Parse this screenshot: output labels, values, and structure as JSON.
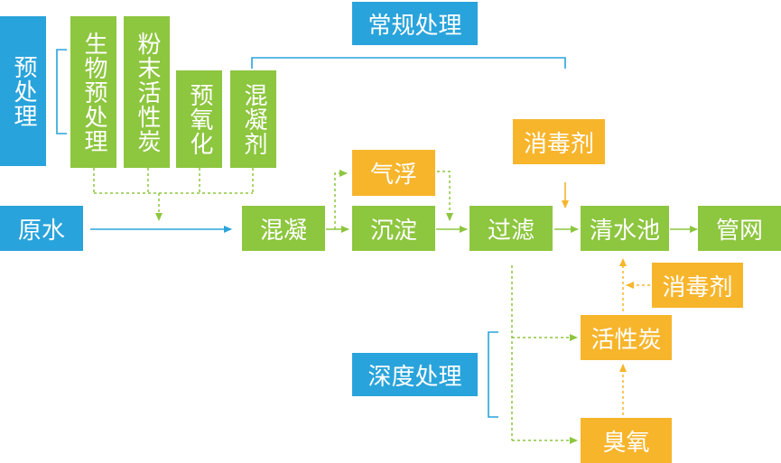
{
  "nodes": {
    "pretreatment": "预处理",
    "bio_pretreatment": "生物预处理",
    "pac": "粉末活性炭",
    "preoxidation": "预氧化",
    "coagulant": "混凝剂",
    "conventional": "常规处理",
    "raw_water": "原水",
    "coagulation": "混凝",
    "air_flotation": "气浮",
    "sedimentation": "沉淀",
    "filtration": "过滤",
    "disinfectant_top": "消毒剂",
    "clear_well": "清水池",
    "pipe_network": "管网",
    "disinfectant_right": "消毒剂",
    "activated_carbon": "活性炭",
    "advanced": "深度处理",
    "ozone": "臭氧"
  },
  "colors": {
    "blue": "#29a3db",
    "green": "#8dc63f",
    "orange": "#f7b52c"
  }
}
